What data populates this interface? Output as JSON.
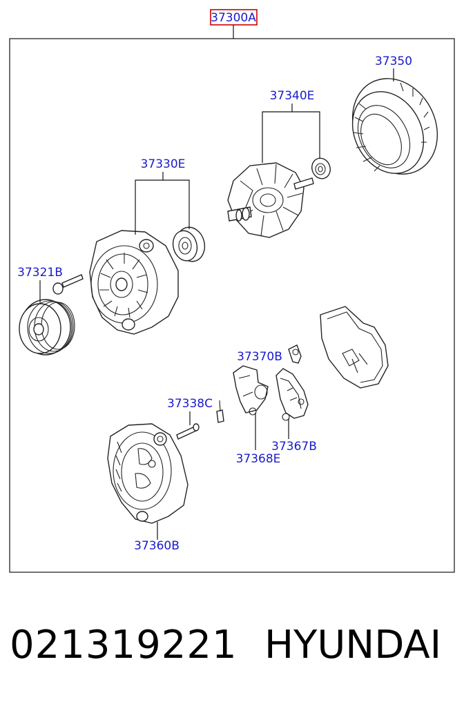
{
  "diagram": {
    "assembly_label": "37300A",
    "labels": {
      "stator": "37350",
      "rotor": "37340E",
      "front_bracket": "37330E",
      "pulley": "37321B",
      "brush_holder": "37370B",
      "bolt": "37338C",
      "regulator": "37368E",
      "rectifier": "37367B",
      "rear_bracket": "37360B"
    },
    "colors": {
      "label": "#1a1acc",
      "line": "#222222",
      "highlight_box": "#cc0000"
    }
  },
  "footer": {
    "part_number": "021319221",
    "brand": "HYUNDAI"
  }
}
